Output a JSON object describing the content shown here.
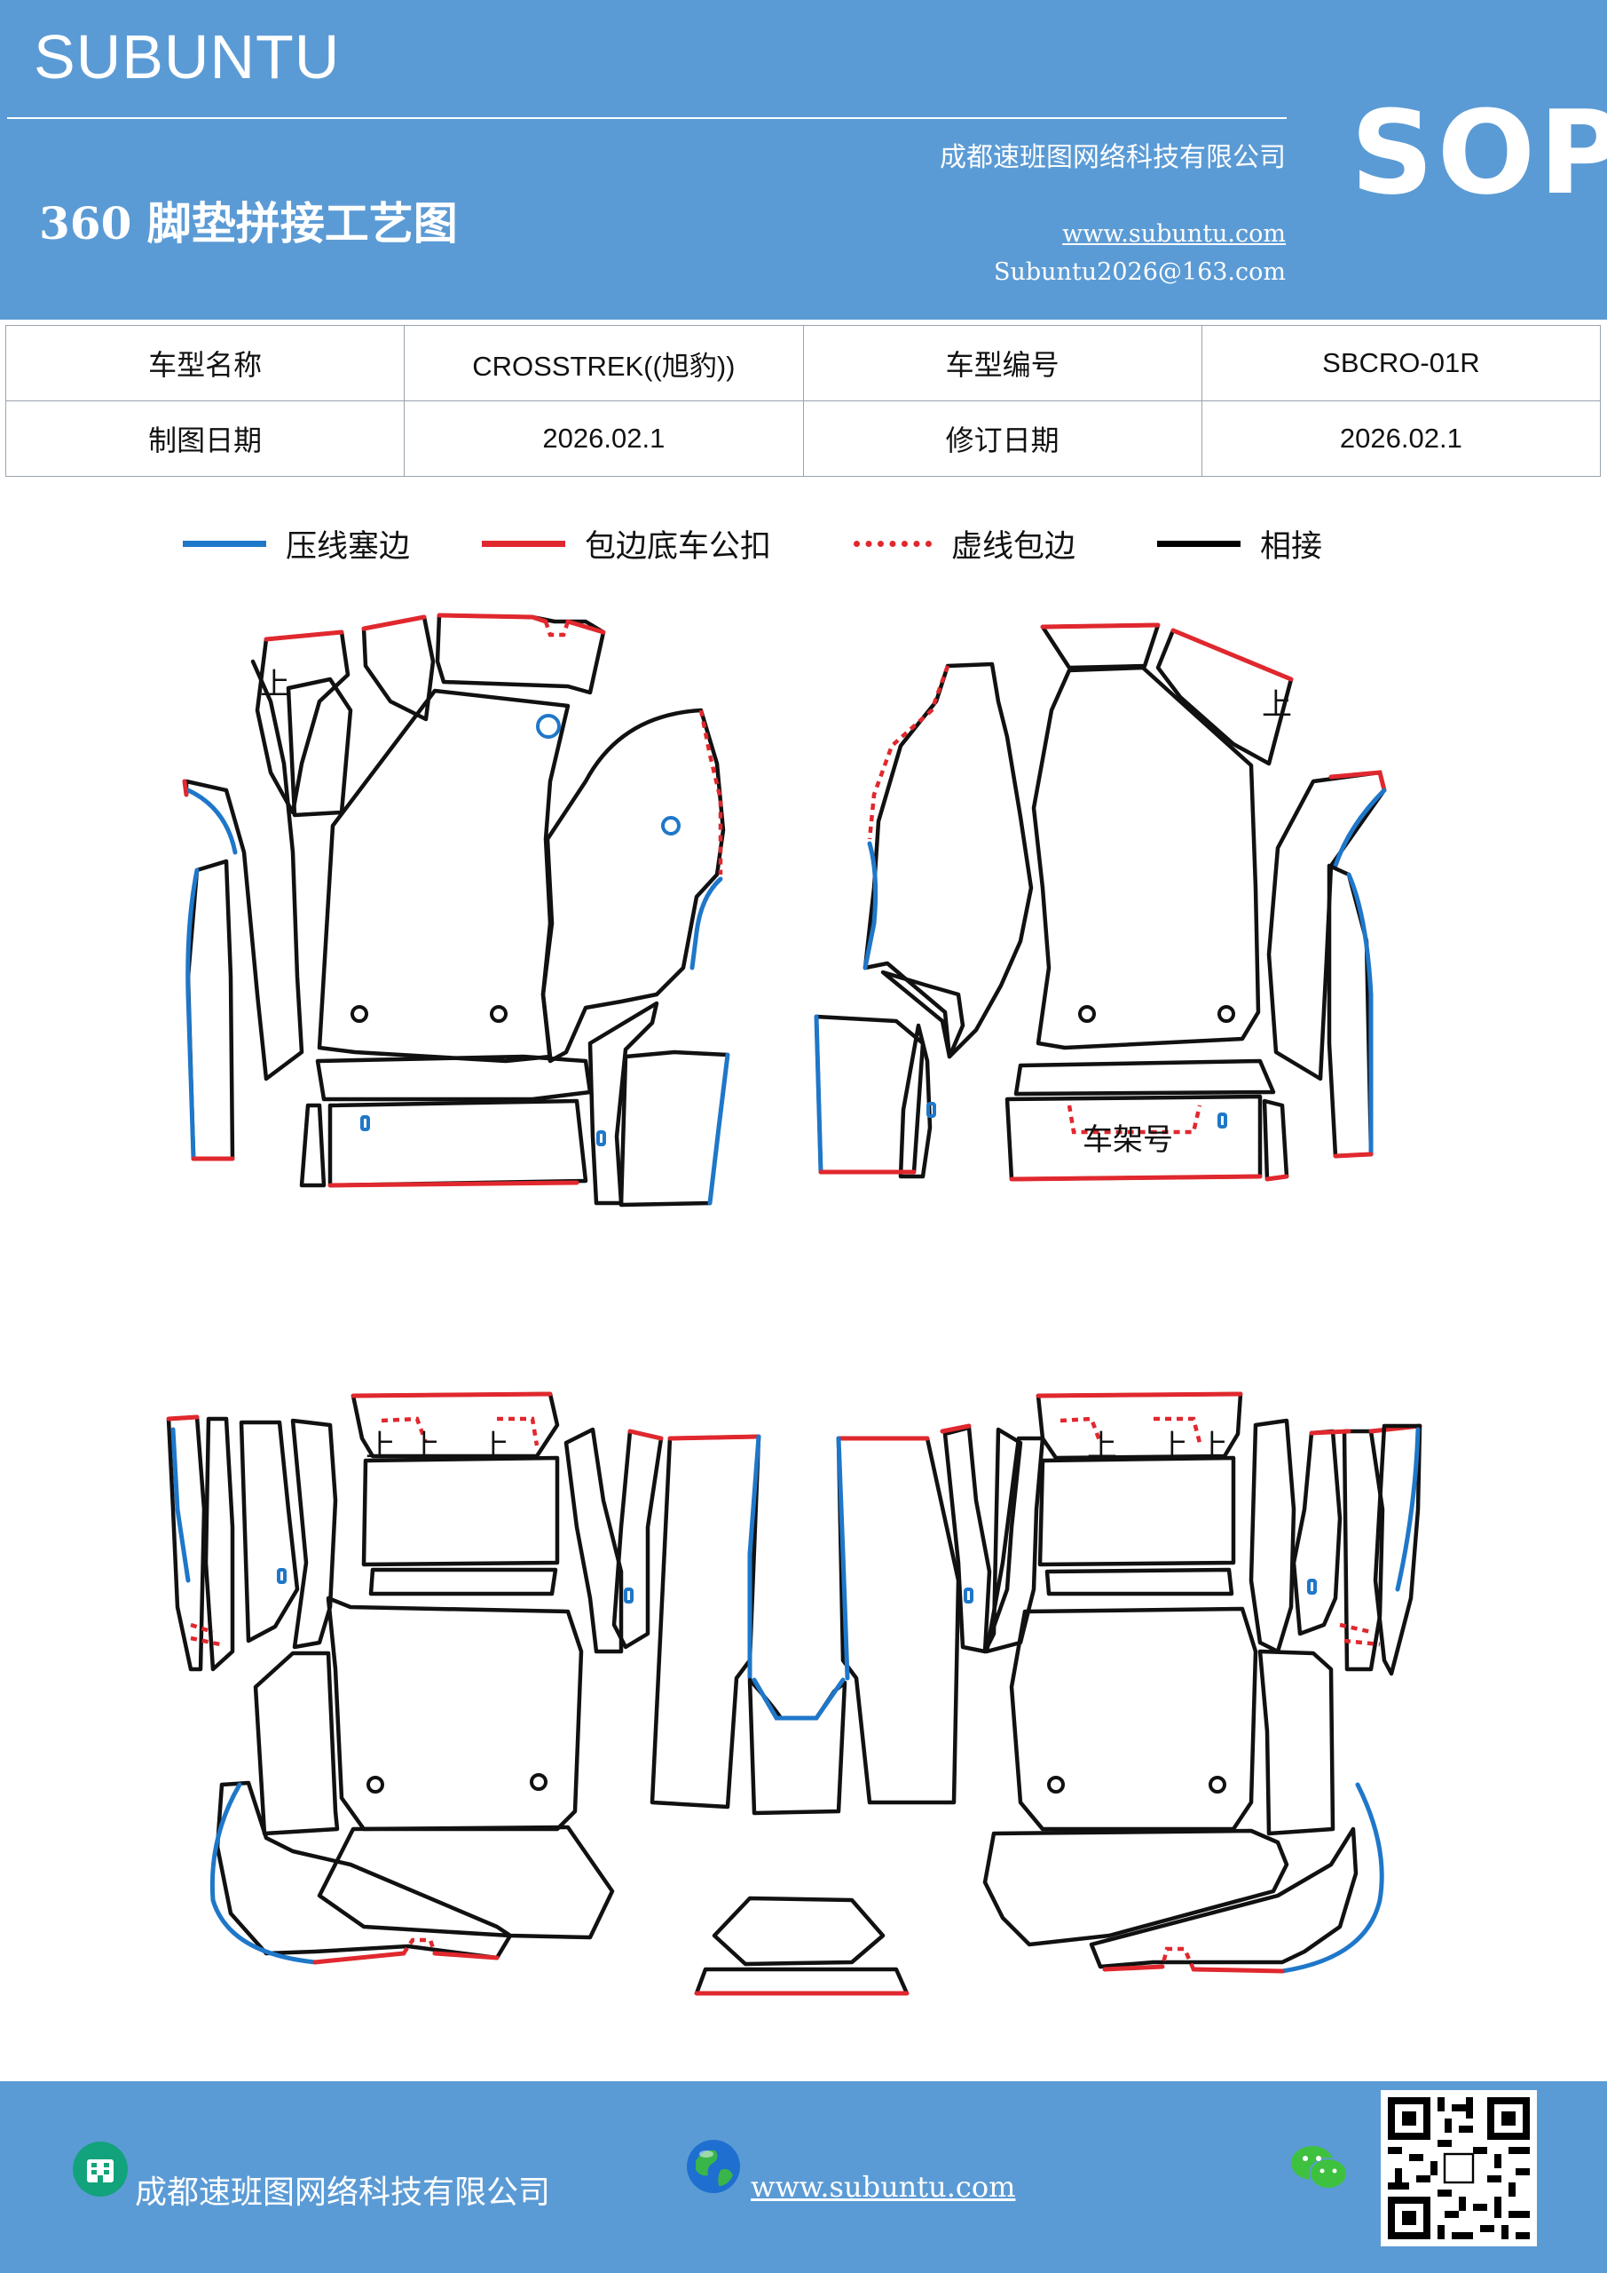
{
  "header": {
    "brand": "SUBUNTU",
    "title": "360 脚垫拼接工艺图",
    "company": "成都速班图网络科技有限公司",
    "website": "www.subuntu.com",
    "email": "Subuntu2026@163.com",
    "badge": "SOP"
  },
  "info_table": {
    "rows": [
      {
        "label1": "车型名称",
        "value1": "CROSSTREK((旭豹))",
        "label2": "车型编号",
        "value2": "SBCRO-01R"
      },
      {
        "label1": "制图日期",
        "value1": "2026.02.1",
        "label2": "修订日期",
        "value2": "2026.02.1"
      }
    ]
  },
  "legend": [
    {
      "label": "压线塞边",
      "color": "#1f77c9",
      "style": "solid"
    },
    {
      "label": "包边底车公扣",
      "color": "#e0282e",
      "style": "solid"
    },
    {
      "label": "虚线包边",
      "color": "#e0282e",
      "style": "dotted"
    },
    {
      "label": "相接",
      "color": "#000000",
      "style": "solid"
    }
  ],
  "diagram_labels": {
    "up_mark": "上",
    "frame_number": "车架号"
  },
  "footer": {
    "company": "成都速班图网络科技有限公司",
    "website": "www.subuntu.com"
  }
}
